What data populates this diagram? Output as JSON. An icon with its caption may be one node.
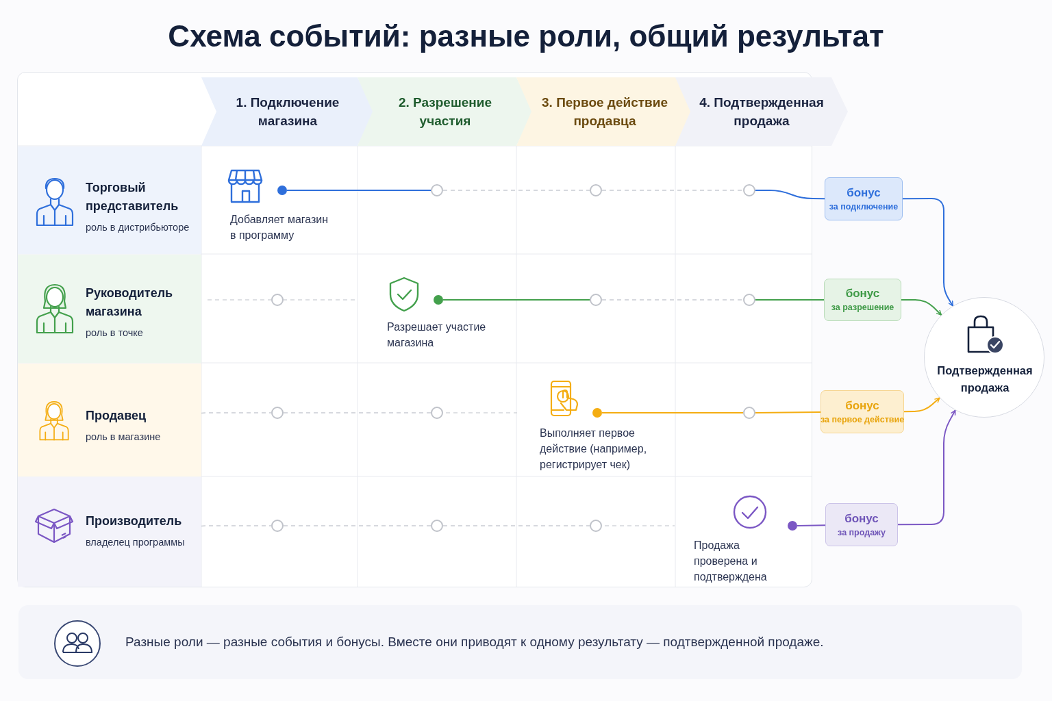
{
  "diagram": {
    "title": "Схема событий: разные роли, общий результат",
    "nodes": [
      {
        "text": [
          "1. Подключение магазина"
        ]
      },
      {
        "text": [
          "2. Разрешение участия"
        ]
      },
      {
        "text": [
          "3. Первое действие продавца"
        ]
      },
      {
        "text": [
          "4. Подтвержденная продажа"
        ]
      },
      {
        "text": [
          "Торговый представитель",
          "роль в дистрибьюторе"
        ]
      },
      {
        "text": [
          "Руководитель магазина",
          "роль в точке"
        ]
      },
      {
        "text": [
          "Продавец",
          "роль в магазине"
        ]
      },
      {
        "text": [
          "Производитель",
          "владелец программы"
        ]
      },
      {
        "text": [],
        "shape": "circle",
        "beside": [
          "Добавляет магазин в программу"
        ]
      },
      {
        "text": [],
        "shape": "circle"
      },
      {
        "text": [],
        "shape": "circle"
      },
      {
        "text": [],
        "shape": "circle"
      },
      {
        "text": [
          "бонус",
          "за подключение"
        ]
      },
      {
        "text": [],
        "shape": "circle"
      },
      {
        "text": [],
        "shape": "circle",
        "beside": [
          "Разрешает участие магазина"
        ]
      },
      {
        "text": [],
        "shape": "circle"
      },
      {
        "text": [],
        "shape": "circle"
      },
      {
        "text": [
          "бонус",
          "за разрешение"
        ]
      },
      {
        "text": [],
        "shape": "circle"
      },
      {
        "text": [],
        "shape": "circle"
      },
      {
        "text": [],
        "shape": "circle",
        "beside": [
          "Выполняет первое действие (например, регистрирует чек)"
        ]
      },
      {
        "text": [],
        "shape": "circle"
      },
      {
        "text": [
          "бонус",
          "за первое действие"
        ]
      },
      {
        "text": [],
        "shape": "circle"
      },
      {
        "text": [],
        "shape": "circle"
      },
      {
        "text": [],
        "shape": "circle"
      },
      {
        "text": [],
        "shape": "circle",
        "beside": [
          "Продажа проверена и подтверждена"
        ]
      },
      {
        "text": [
          "бонус",
          "за продажу"
        ]
      },
      {
        "text": [
          "Подтвержденная продажа"
        ]
      },
      {
        "text": [
          "Разные роли — разные события и бонусы. Вместе они приводят к одному результату — подтвержденной продаже."
        ]
      }
    ],
    "edges": [
      {
        "from": 8,
        "to": 9,
        "arrow": "none",
        "color": "#2f6fdb"
      },
      {
        "from": 9,
        "to": 10,
        "arrow": "none",
        "style": "dashed",
        "color": "#c9ccd3"
      },
      {
        "from": 10,
        "to": 11,
        "arrow": "none",
        "style": "dashed",
        "color": "#c9ccd3"
      },
      {
        "from": 11,
        "to": 12,
        "arrow": "none",
        "color": "#2f6fdb"
      },
      {
        "from": 12,
        "to": 28,
        "arrow": "to",
        "color": "#2f6fdb"
      },
      {
        "from": 14,
        "to": 15,
        "arrow": "none",
        "color": "#43a04c"
      },
      {
        "from": 15,
        "to": 16,
        "arrow": "none",
        "style": "dashed",
        "color": "#c9ccd3"
      },
      {
        "from": 16,
        "to": 17,
        "arrow": "none",
        "color": "#43a04c"
      },
      {
        "from": 17,
        "to": 28,
        "arrow": "to",
        "color": "#43a04c"
      },
      {
        "from": 18,
        "to": 19,
        "arrow": "none",
        "style": "dashed",
        "color": "#c9ccd3"
      },
      {
        "from": 20,
        "to": 21,
        "arrow": "none",
        "color": "#f4ad12"
      },
      {
        "from": 21,
        "to": 22,
        "arrow": "none",
        "color": "#f4ad12"
      },
      {
        "from": 22,
        "to": 28,
        "arrow": "to",
        "color": "#f4ad12"
      },
      {
        "from": 23,
        "to": 24,
        "arrow": "none",
        "style": "dashed",
        "color": "#c9ccd3"
      },
      {
        "from": 24,
        "to": 25,
        "arrow": "none",
        "style": "dashed",
        "color": "#c9ccd3"
      },
      {
        "from": 26,
        "to": 27,
        "arrow": "none",
        "color": "#7b57c4"
      },
      {
        "from": 27,
        "to": 28,
        "arrow": "to",
        "color": "#7b57c4"
      },
      {
        "from": 6,
        "to": 18,
        "arrow": "none",
        "style": "dashed",
        "color": "#c9ccd3"
      },
      {
        "from": 7,
        "to": 23,
        "arrow": "none",
        "style": "dashed",
        "color": "#c9ccd3"
      }
    ]
  }
}
